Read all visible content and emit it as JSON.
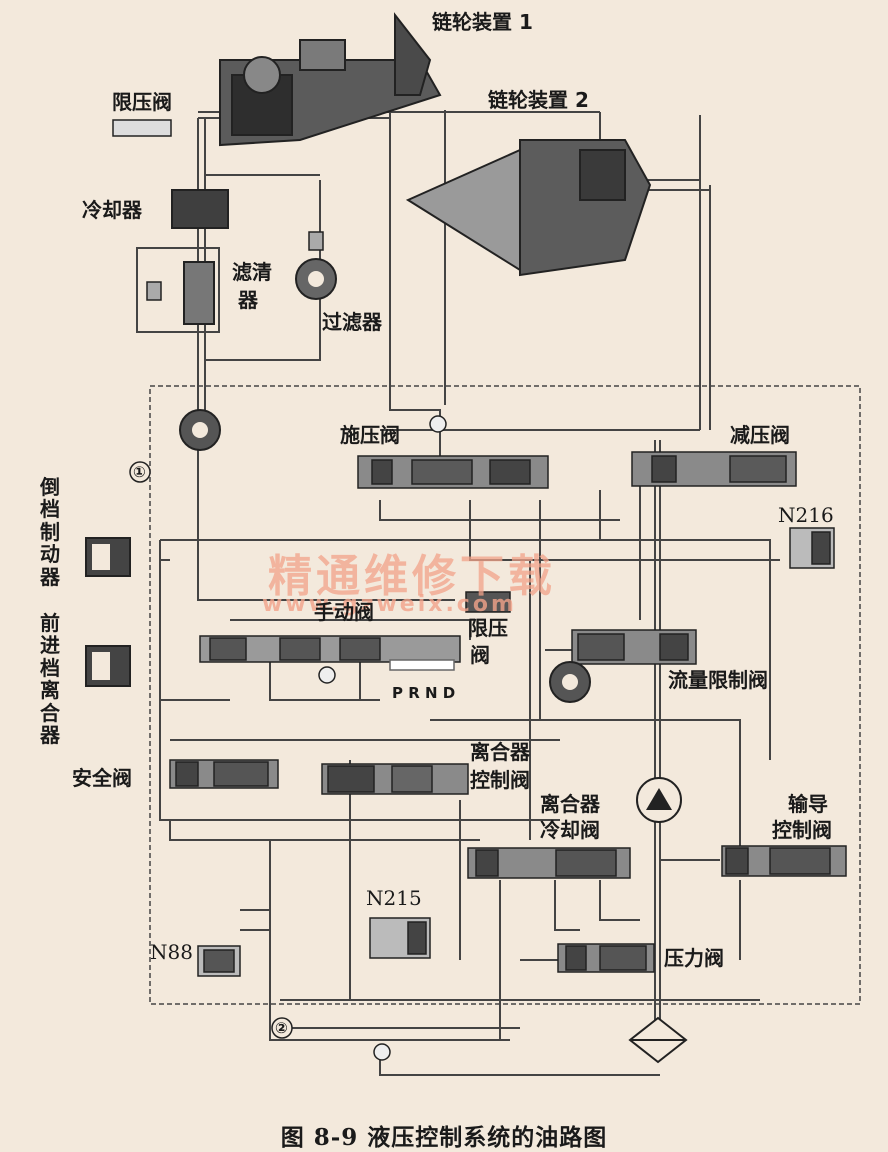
{
  "labels": {
    "sprocket1": "链轮装置 1",
    "sprocket2": "链轮装置 2",
    "limit_valve_top": "限压阀",
    "cooler": "冷却器",
    "filter_a": "滤清",
    "filter_b": "器",
    "strainer": "过滤器",
    "apply_valve": "施压阀",
    "reducing_valve": "减压阀",
    "n216": "N216",
    "reverse_brake": [
      "倒",
      "档",
      "制",
      "动",
      "器"
    ],
    "forward_clutch": [
      "前",
      "进",
      "档",
      "离",
      "合",
      "器"
    ],
    "manual_valve": "手动阀",
    "limit_valve_mid_a": "限压",
    "limit_valve_mid_b": "阀",
    "flow_limit_valve": "流量限制阀",
    "safety_valve": "安全阀",
    "clutch_control_a": "离合器",
    "clutch_control_b": "控制阀",
    "clutch_cooling_a": "离合器",
    "clutch_cooling_b": "冷却阀",
    "pilot_control_a": "输导",
    "pilot_control_b": "控制阀",
    "n215": "N215",
    "n88": "N88",
    "pressure_valve": "压力阀",
    "marker1": "①",
    "marker2": "②",
    "gear_positions": "P R N D"
  },
  "watermark": {
    "text": "精通维修下载",
    "url": "www.gzweix.com"
  },
  "caption": "图 8-9    液压控制系统的油路图",
  "colors": {
    "background": "#f3e9dc",
    "line": "#3a3a3a",
    "watermark": "#f2a38a"
  }
}
